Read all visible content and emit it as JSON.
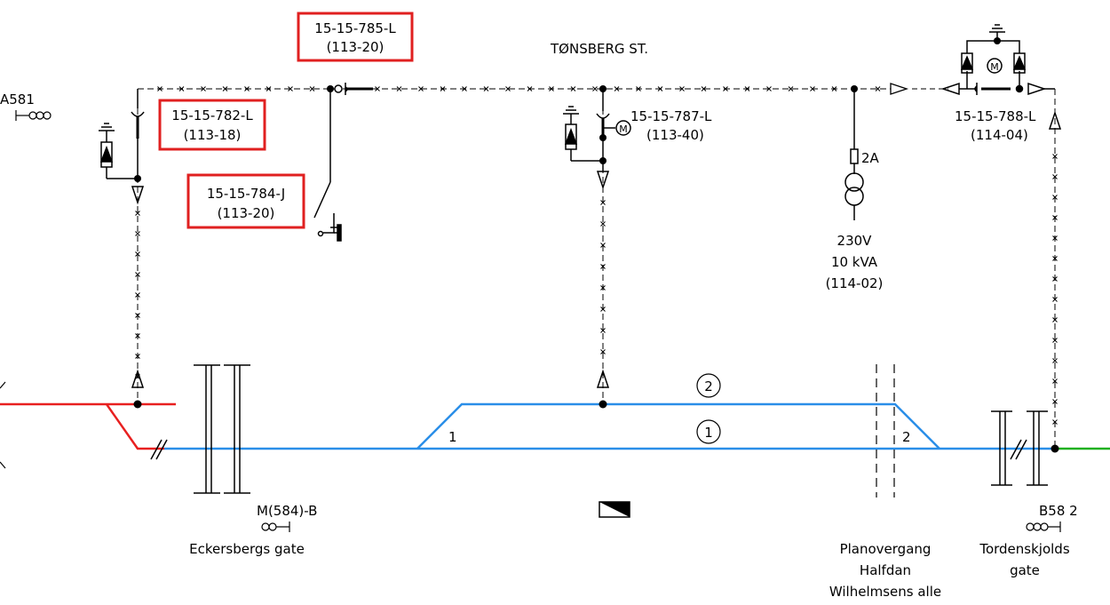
{
  "station": "TØNSBERG ST.",
  "boxes": [
    {
      "id": "785",
      "code": "15-15-785-L",
      "ref": "(113-20)",
      "highlighted": true
    },
    {
      "id": "782",
      "code": "15-15-782-L",
      "ref": "(113-18)",
      "highlighted": true
    },
    {
      "id": "784",
      "code": "15-15-784-J",
      "ref": "(113-20)",
      "highlighted": true
    }
  ],
  "labels": {
    "a581": "A581",
    "d787_code": "15-15-787-L",
    "d787_ref": "(113-40)",
    "d788_code": "15-15-788-L",
    "d788_ref": "(114-04)",
    "fuse": "2A",
    "trafo_v": "230V",
    "trafo_p": "10 kVA",
    "trafo_ref": "(114-02)",
    "track_1": "1",
    "track_2": "2",
    "switch_1": "1",
    "switch_2": "2",
    "signal_m584": "M(584)-B",
    "eckersbergs": "Eckersbergs gate",
    "planovergang": [
      "Planovergang",
      "Halfdan",
      "Wilhelmsens alle"
    ],
    "b58": "B58 2",
    "tordenskjolds": [
      "Tordenskjolds",
      "gate"
    ]
  },
  "colors": {
    "highlight_box": "#e02020",
    "track_main": "#2a8ee8",
    "track_left": "#e82020",
    "track_right": "#20b020",
    "line": "#000000"
  }
}
